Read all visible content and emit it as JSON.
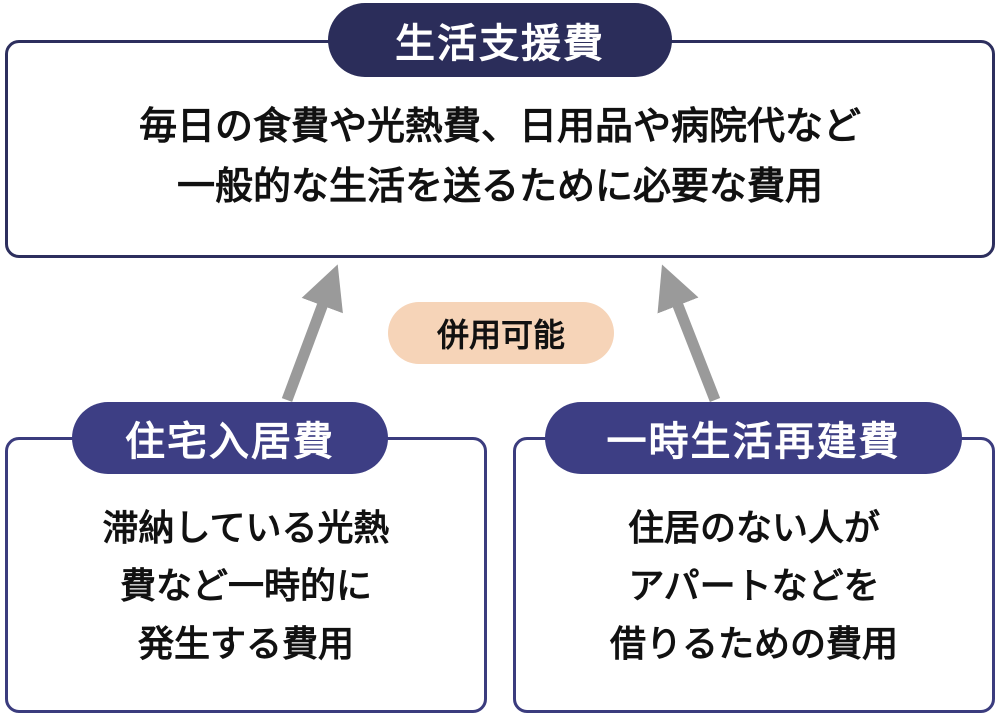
{
  "top": {
    "label": "生活支援費",
    "lines": [
      "毎日の食費や光熱費、日用品や病院代など",
      "一般的な生活を送るために必要な費用"
    ]
  },
  "combined": {
    "label": "併用可能"
  },
  "left": {
    "label": "住宅入居費",
    "lines": [
      "滞納している光熱",
      "費など一時的に",
      "発生する費用"
    ]
  },
  "right": {
    "label": "一時生活再建費",
    "lines": [
      "住居のない人が",
      "アパートなどを",
      "借りるための費用"
    ]
  },
  "colors": {
    "navy": "#2b2d5a",
    "purple": "#3d3e84",
    "peach": "#f6d4b8",
    "arrow": "#9a9a9a"
  }
}
